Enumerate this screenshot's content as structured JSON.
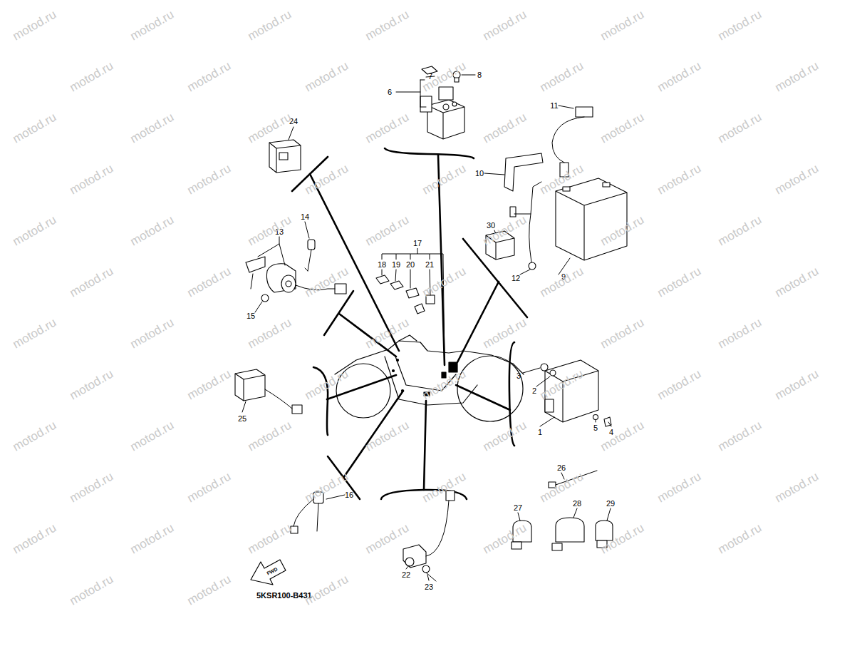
{
  "diagram": {
    "labels": [
      "1",
      "2",
      "3",
      "4",
      "5",
      "6",
      "7",
      "8",
      "9",
      "10",
      "11",
      "12",
      "13",
      "14",
      "15",
      "16",
      "17",
      "18",
      "19",
      "20",
      "21",
      "22",
      "23",
      "24",
      "25",
      "26",
      "27",
      "28",
      "29",
      "30",
      "5KSR100-B431",
      "FWD",
      "motod.ru",
      "motod.ru",
      "motod.ru",
      "motod.ru",
      "motod.ru",
      "motod.ru",
      "motod.ru",
      "motod.ru",
      "motod.ru",
      "motod.ru",
      "motod.ru",
      "motod.ru",
      "motod.ru",
      "motod.ru",
      "motod.ru",
      "motod.ru",
      "motod.ru",
      "motod.ru",
      "motod.ru",
      "motod.ru",
      "motod.ru",
      "motod.ru",
      "motod.ru",
      "motod.ru",
      "motod.ru",
      "motod.ru",
      "motod.ru",
      "motod.ru",
      "motod.ru",
      "motod.ru",
      "motod.ru",
      "motod.ru",
      "motod.ru",
      "motod.ru",
      "motod.ru",
      "motod.ru",
      "motod.ru",
      "motod.ru",
      "motod.ru",
      "motod.ru",
      "motod.ru",
      "motod.ru",
      "motod.ru",
      "motod.ru",
      "motod.ru",
      "motod.ru",
      "motod.ru",
      "motod.ru",
      "motod.ru",
      "motod.ru",
      "motod.ru",
      "motod.ru",
      "motod.ru",
      "motod.ru",
      "motod.ru",
      "motod.ru",
      "motod.ru",
      "motod.ru",
      "motod.ru",
      "motod.ru",
      "motod.ru",
      "motod.ru",
      "motod.ru",
      "motod.ru",
      "motod.ru",
      "motod.ru",
      "motod.ru",
      "motod.ru",
      "motod.ru",
      "motod.ru",
      "motod.ru",
      "motod.ru",
      "motod.ru",
      "motod.ru",
      "motod.ru",
      "motod.ru",
      "motod.ru",
      "motod.ru",
      "motod.ru",
      "motod.ru"
    ]
  }
}
